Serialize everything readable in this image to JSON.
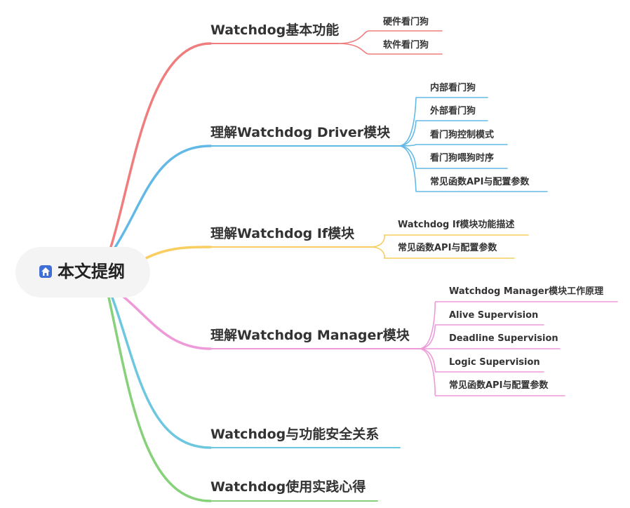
{
  "root": {
    "label": "本文提纲",
    "icon": "home-icon"
  },
  "colors": {
    "red": "#f07d7d",
    "blue": "#63b9e6",
    "yellow": "#f9cd5f",
    "pink": "#ee9ad8",
    "cyan": "#6dc7de",
    "green": "#86d17a"
  },
  "branches": [
    {
      "label": "Watchdog基本功能",
      "color": "#f07d7d",
      "children": [
        "硬件看门狗",
        "软件看门狗"
      ]
    },
    {
      "label": "理解Watchdog Driver模块",
      "color": "#63b9e6",
      "children": [
        "内部看门狗",
        "外部看门狗",
        "看门狗控制模式",
        "看门狗喂狗时序",
        "常见函数API与配置参数"
      ]
    },
    {
      "label": "理解Watchdog If模块",
      "color": "#f9cd5f",
      "children": [
        "Watchdog If模块功能描述",
        "常见函数API与配置参数"
      ]
    },
    {
      "label": "理解Watchdog Manager模块",
      "color": "#ee9ad8",
      "children": [
        "Watchdog Manager模块工作原理",
        "Alive Supervision",
        "Deadline Supervision",
        "Logic Supervision",
        "常见函数API与配置参数"
      ]
    },
    {
      "label": "Watchdog与功能安全关系",
      "color": "#6dc7de",
      "children": []
    },
    {
      "label": "Watchdog使用实践心得",
      "color": "#86d17a",
      "children": []
    }
  ]
}
